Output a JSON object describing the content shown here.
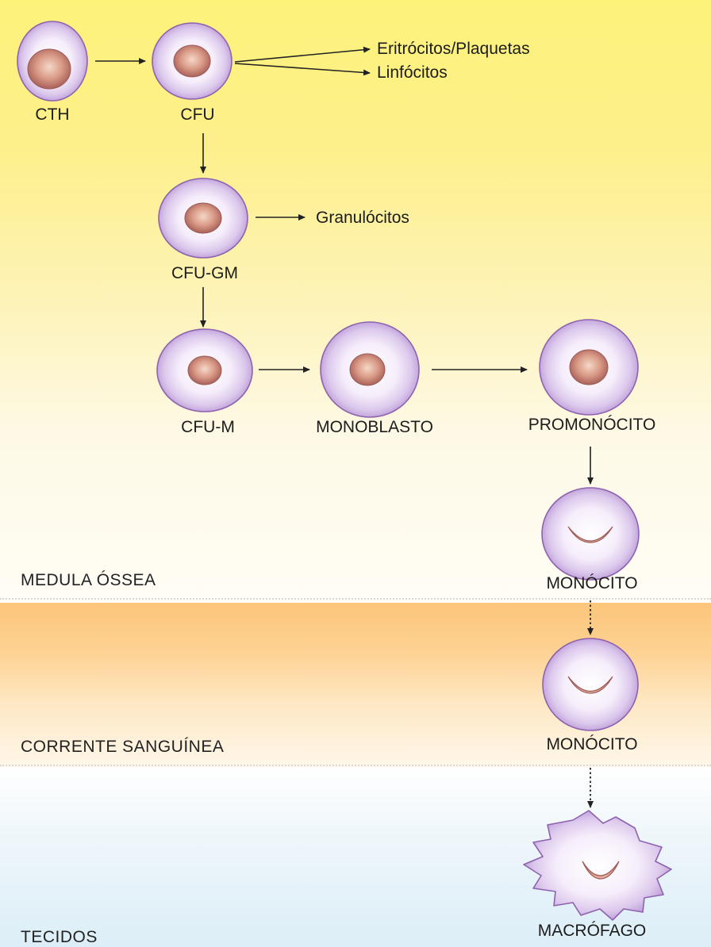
{
  "zones": {
    "marrow": "MEDULA ÓSSEA",
    "blood": "CORRENTE SANGUÍNEA",
    "tissue": "TECIDOS"
  },
  "cells": {
    "cth": "CTH",
    "cfu": "CFU",
    "cfu_gm": "CFU-GM",
    "cfu_m": "CFU-M",
    "monoblasto": "MONOBLASTO",
    "promonocito": "PROMONÓCITO",
    "monocito_marrow": "MONÓCITO",
    "monocito_blood": "MONÓCITO",
    "macrofago": "MACRÓFAGO"
  },
  "branches": {
    "eritrocitos": "Eritrócitos/Plaquetas",
    "linfocitos": "Linfócitos",
    "granulocitos": "Granulócitos"
  },
  "colors": {
    "cell_membrane": "#9c6fb8",
    "cytoplasm_edge": "#c8b2dc",
    "nucleus": "#c9827a",
    "arrow": "#222222"
  }
}
